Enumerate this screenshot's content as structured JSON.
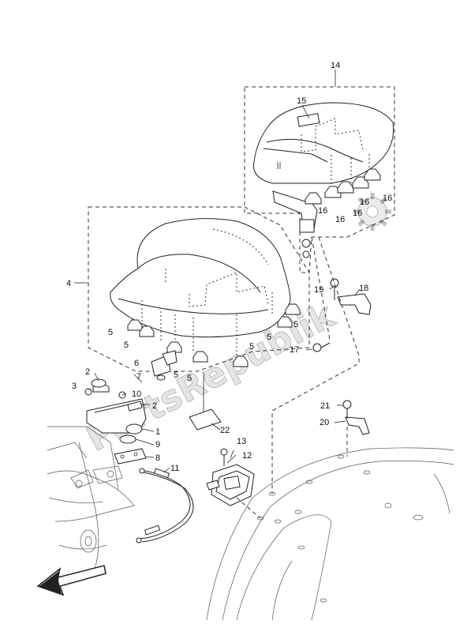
{
  "labels": {
    "l1": "1",
    "l2a": "2",
    "l2b": "2",
    "l3": "3",
    "l4": "4",
    "l5a": "5",
    "l5b": "5",
    "l5c": "5",
    "l5d": "5",
    "l5e": "5",
    "l5f": "5",
    "l5g": "5",
    "l6": "6",
    "l7": "7",
    "l8": "8",
    "l9": "9",
    "l10": "10",
    "l11": "11",
    "l12": "12",
    "l13": "13",
    "l14": "14",
    "l15": "15",
    "l16a": "16",
    "l16b": "16",
    "l16c": "16",
    "l16d": "16",
    "l16e": "16",
    "l17": "17",
    "l18": "18",
    "l19": "19",
    "l20": "20",
    "l21": "21",
    "l22": "22"
  },
  "watermark": "PartsRepublik",
  "icons": {
    "direction_arrow": "arrow-front-left-icon",
    "gear": "gear-icon"
  }
}
